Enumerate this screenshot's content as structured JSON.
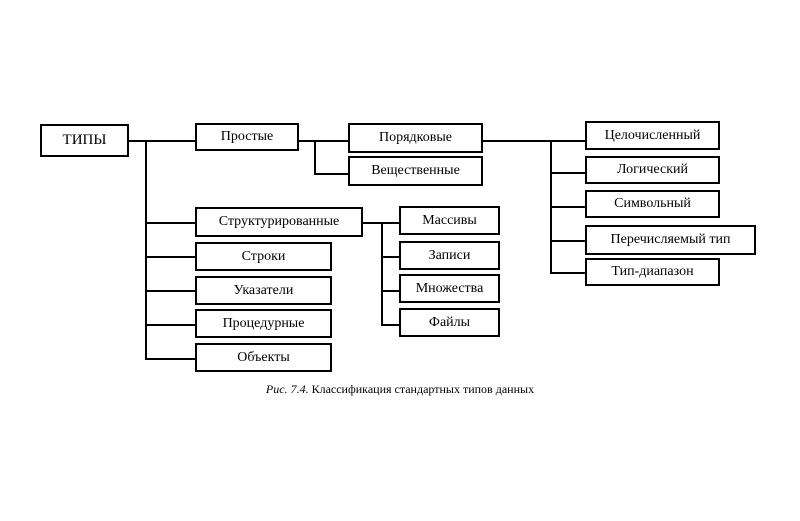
{
  "nodes": {
    "root": "ТИПЫ",
    "simple": "Простые",
    "ordinal": "Порядковые",
    "real": "Вещественные",
    "integer": "Целочисленный",
    "boolean": "Логический",
    "char": "Символьный",
    "enum": "Перечисляемый тип",
    "range": "Тип-диапазон",
    "structured": "Структурированные",
    "arrays": "Массивы",
    "records": "Записи",
    "sets": "Множества",
    "files": "Файлы",
    "strings": "Строки",
    "pointers": "Указатели",
    "procedural": "Процедурные",
    "objects": "Объекты"
  },
  "caption": {
    "label": "Рис. 7.4.",
    "text": "Классификация стандартных типов данных"
  }
}
